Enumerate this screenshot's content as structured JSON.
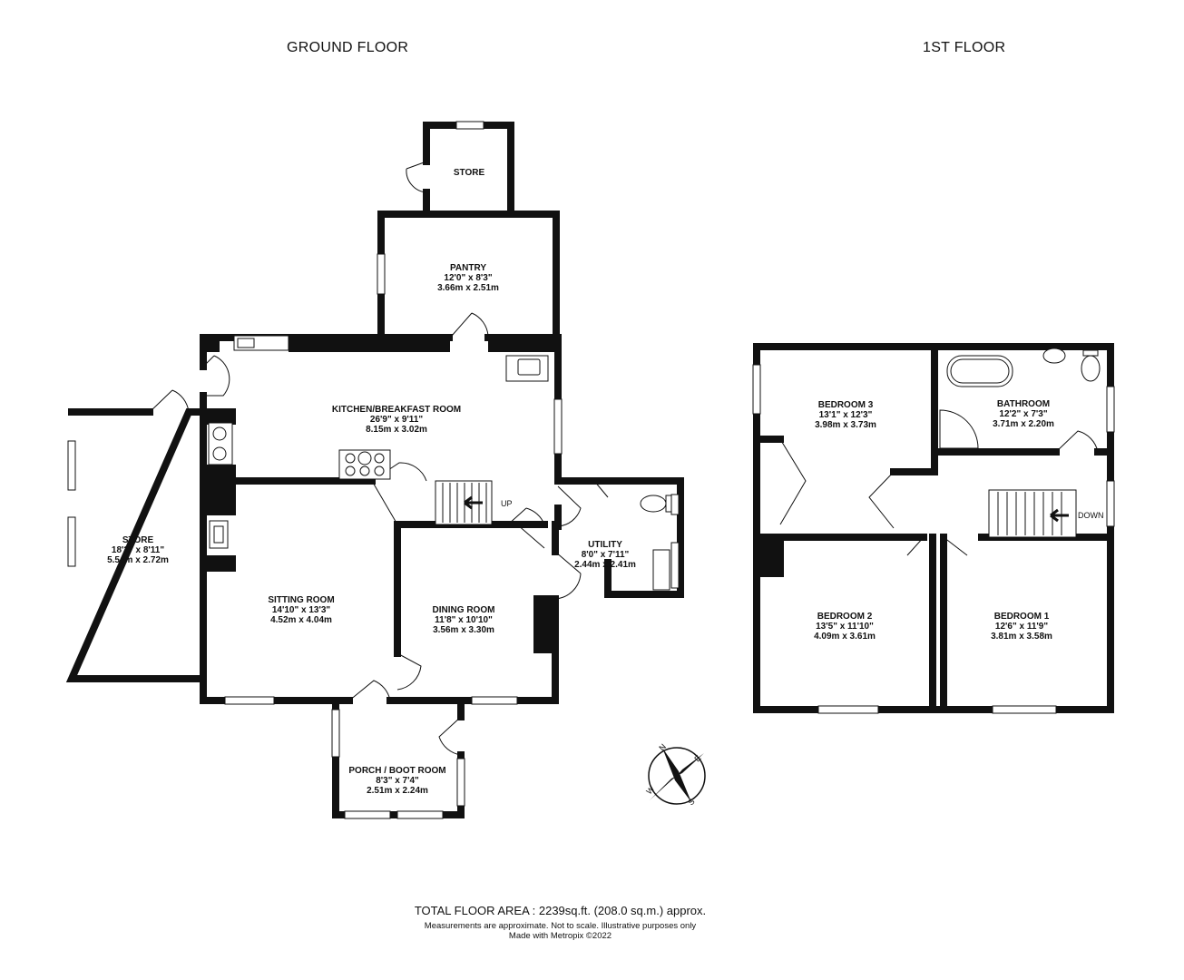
{
  "floors": {
    "ground": {
      "title": "GROUND FLOOR",
      "rooms": [
        {
          "id": "store-top",
          "name": "STORE",
          "imperial": "",
          "metric": ""
        },
        {
          "id": "pantry",
          "name": "PANTRY",
          "imperial": "12'0\"  x 8'3\"",
          "metric": "3.66m  x 2.51m"
        },
        {
          "id": "kitchen",
          "name": "KITCHEN/BREAKFAST ROOM",
          "imperial": "26'9\"  x 9'11\"",
          "metric": "8.15m  x 3.02m"
        },
        {
          "id": "store-left",
          "name": "STORE",
          "imperial": "18'2\"  x 8'11\"",
          "metric": "5.54m  x 2.72m"
        },
        {
          "id": "sitting",
          "name": "SITTING ROOM",
          "imperial": "14'10\"  x 13'3\"",
          "metric": "4.52m  x 4.04m"
        },
        {
          "id": "dining",
          "name": "DINING ROOM",
          "imperial": "11'8\"  x 10'10\"",
          "metric": "3.56m  x 3.30m"
        },
        {
          "id": "utility",
          "name": "UTILITY",
          "imperial": "8'0\"  x 7'11\"",
          "metric": "2.44m  x 2.41m"
        },
        {
          "id": "porch",
          "name": "PORCH / BOOT ROOM",
          "imperial": "8'3\"  x 7'4\"",
          "metric": "2.51m  x 2.24m"
        }
      ],
      "stairs_label": "UP"
    },
    "first": {
      "title": "1ST FLOOR",
      "rooms": [
        {
          "id": "bed3",
          "name": "BEDROOM 3",
          "imperial": "13'1\"  x 12'3\"",
          "metric": "3.98m  x 3.73m"
        },
        {
          "id": "bath",
          "name": "BATHROOM",
          "imperial": "12'2\"  x 7'3\"",
          "metric": "3.71m  x 2.20m"
        },
        {
          "id": "bed2",
          "name": "BEDROOM 2",
          "imperial": "13'5\"  x 11'10\"",
          "metric": "4.09m  x 3.61m"
        },
        {
          "id": "bed1",
          "name": "BEDROOM 1",
          "imperial": "12'6\"  x 11'9\"",
          "metric": "3.81m  x 3.58m"
        }
      ],
      "stairs_label": "DOWN"
    }
  },
  "compass": {
    "n": "N",
    "e": "E",
    "s": "S",
    "w": "W"
  },
  "footer": {
    "total": "TOTAL FLOOR AREA : 2239sq.ft. (208.0 sq.m.) approx.",
    "note": "Measurements are approximate.  Not to scale.  Illustrative purposes only",
    "made": "Made with Metropix ©2022"
  },
  "colors": {
    "wall": "#111111",
    "background": "#ffffff"
  }
}
